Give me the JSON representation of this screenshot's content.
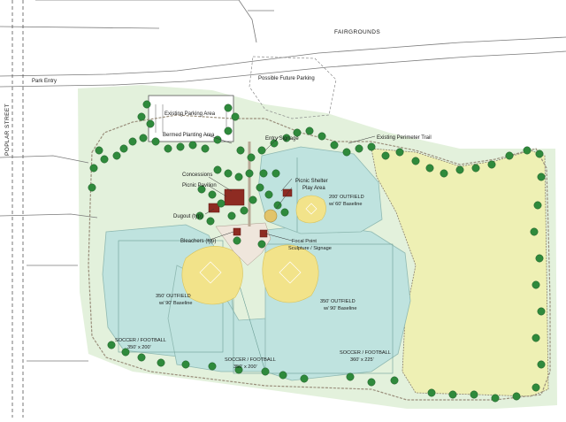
{
  "streets": {
    "poplar": "POPLAR STREET",
    "fairgrounds": "FAIRGROUNDS"
  },
  "labels": {
    "park_entry": "Park Entry",
    "possible_future_parking": "Possible Future Parking",
    "existing_parking_area": "Existing Parking Area",
    "bermed_planting_area": "Bermed Planting Area",
    "entry_signage": "Entry Signage",
    "existing_perimeter_trail": "Existing Perimeter Trail",
    "concessions": "Concessions",
    "picnic_pavilion": "Picnic Pavilion",
    "picnic_shelter": "Picnic Shelter",
    "play_area": "Play Area",
    "outfield_200_line1": "200' OUTFIELD",
    "outfield_200_line2": "w/ 60' Baseline",
    "dugout": "Dugout (typ)",
    "bleachers": "Bleachers (typ)",
    "focal_point_line1": "Focal Point",
    "focal_point_line2": "Sculpture / Signage",
    "outfield_350_left_line1": "350' OUTFIELD",
    "outfield_350_left_line2": "w/ 90' Baseline",
    "outfield_350_right_line1": "350' OUTFIELD",
    "outfield_350_right_line2": "w/ 90' Baseline",
    "soccer_left_line1": "SOCCER / FOOTBALL",
    "soccer_left_line2": "350' x 200'",
    "soccer_mid_line1": "SOCCER / FOOTBALL",
    "soccer_mid_line2": "350' x 200'",
    "soccer_right_line1": "SOCCER / FOOTBALL",
    "soccer_right_line2": "360' x 225'"
  },
  "colors": {
    "lawn": "#d9ecd0",
    "turf": "#bfe3df",
    "meadow": "#eef0b4",
    "infield": "#f2e38a",
    "trees": "#2f8a3c",
    "buildings": "#8e2b22",
    "trail": "#9a8f7c"
  }
}
